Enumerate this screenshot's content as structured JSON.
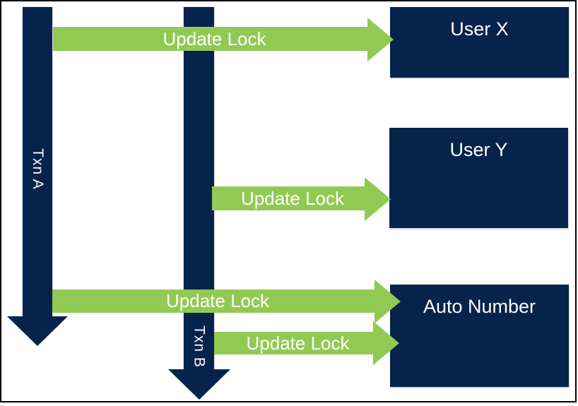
{
  "diagram": {
    "title_hint": "transaction update-lock timeline diagram",
    "transactions": [
      {
        "label": "Txn A"
      },
      {
        "label": "Txn B"
      }
    ],
    "resources": [
      {
        "label": "User X"
      },
      {
        "label": "User Y"
      },
      {
        "label": "Auto Number"
      }
    ],
    "locks": [
      {
        "label": "Update Lock",
        "from": "Txn A",
        "to": "User X"
      },
      {
        "label": "Update Lock",
        "from": "Txn B",
        "to": "User Y"
      },
      {
        "label": "Update Lock",
        "from": "Txn A",
        "to": "Auto Number"
      },
      {
        "label": "Update Lock",
        "from": "Txn B",
        "to": "Auto Number"
      }
    ],
    "colors": {
      "navy": "#06234C",
      "green": "#90CA53",
      "label_text": "#FFFFFF",
      "frame_border": "#000000",
      "background": "#FFFFFF"
    }
  }
}
